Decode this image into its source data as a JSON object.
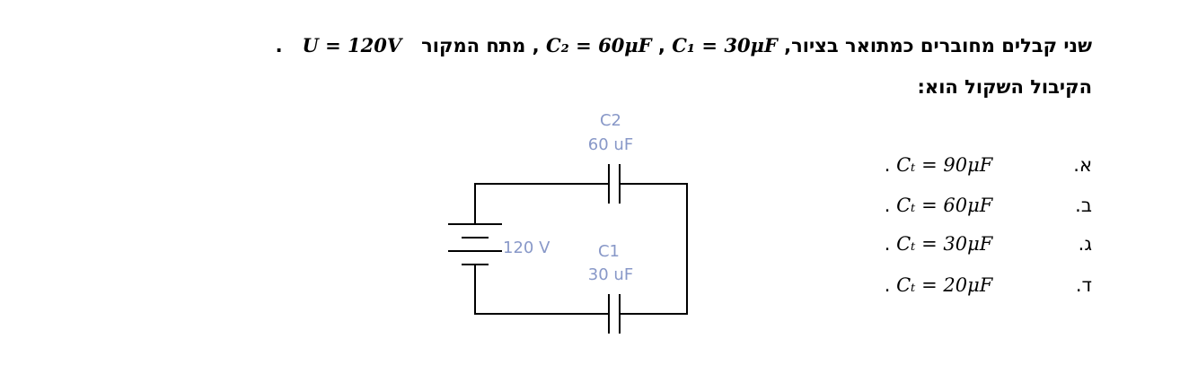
{
  "question": {
    "line1_intro": "שני קבלים מחוברים כמתואר בציור,",
    "c1_eq": "C₁ = 30μF",
    "sep1": " , ",
    "c2_eq": "C₂ = 60μF",
    "sep2": " , ",
    "source_text": "מתח המקור",
    "u_eq": "U = 120V",
    "end_dot": ".",
    "line2": "הקיבול השקול הוא:"
  },
  "options": [
    {
      "letter": "א.",
      "expr": "Cₜ = 90μF",
      "dot": "."
    },
    {
      "letter": "ב.",
      "expr": "Cₜ = 60μF",
      "dot": "."
    },
    {
      "letter": "ג.",
      "expr": "Cₜ = 30μF",
      "dot": "."
    },
    {
      "letter": "ד.",
      "expr": "Cₜ = 20μF",
      "dot": "."
    }
  ],
  "circuit": {
    "c2_name": "C2",
    "c2_value": "60 uF",
    "c1_name": "C1",
    "c1_value": "30 uF",
    "battery_value": "120 V",
    "label_color": "#8898c8"
  }
}
